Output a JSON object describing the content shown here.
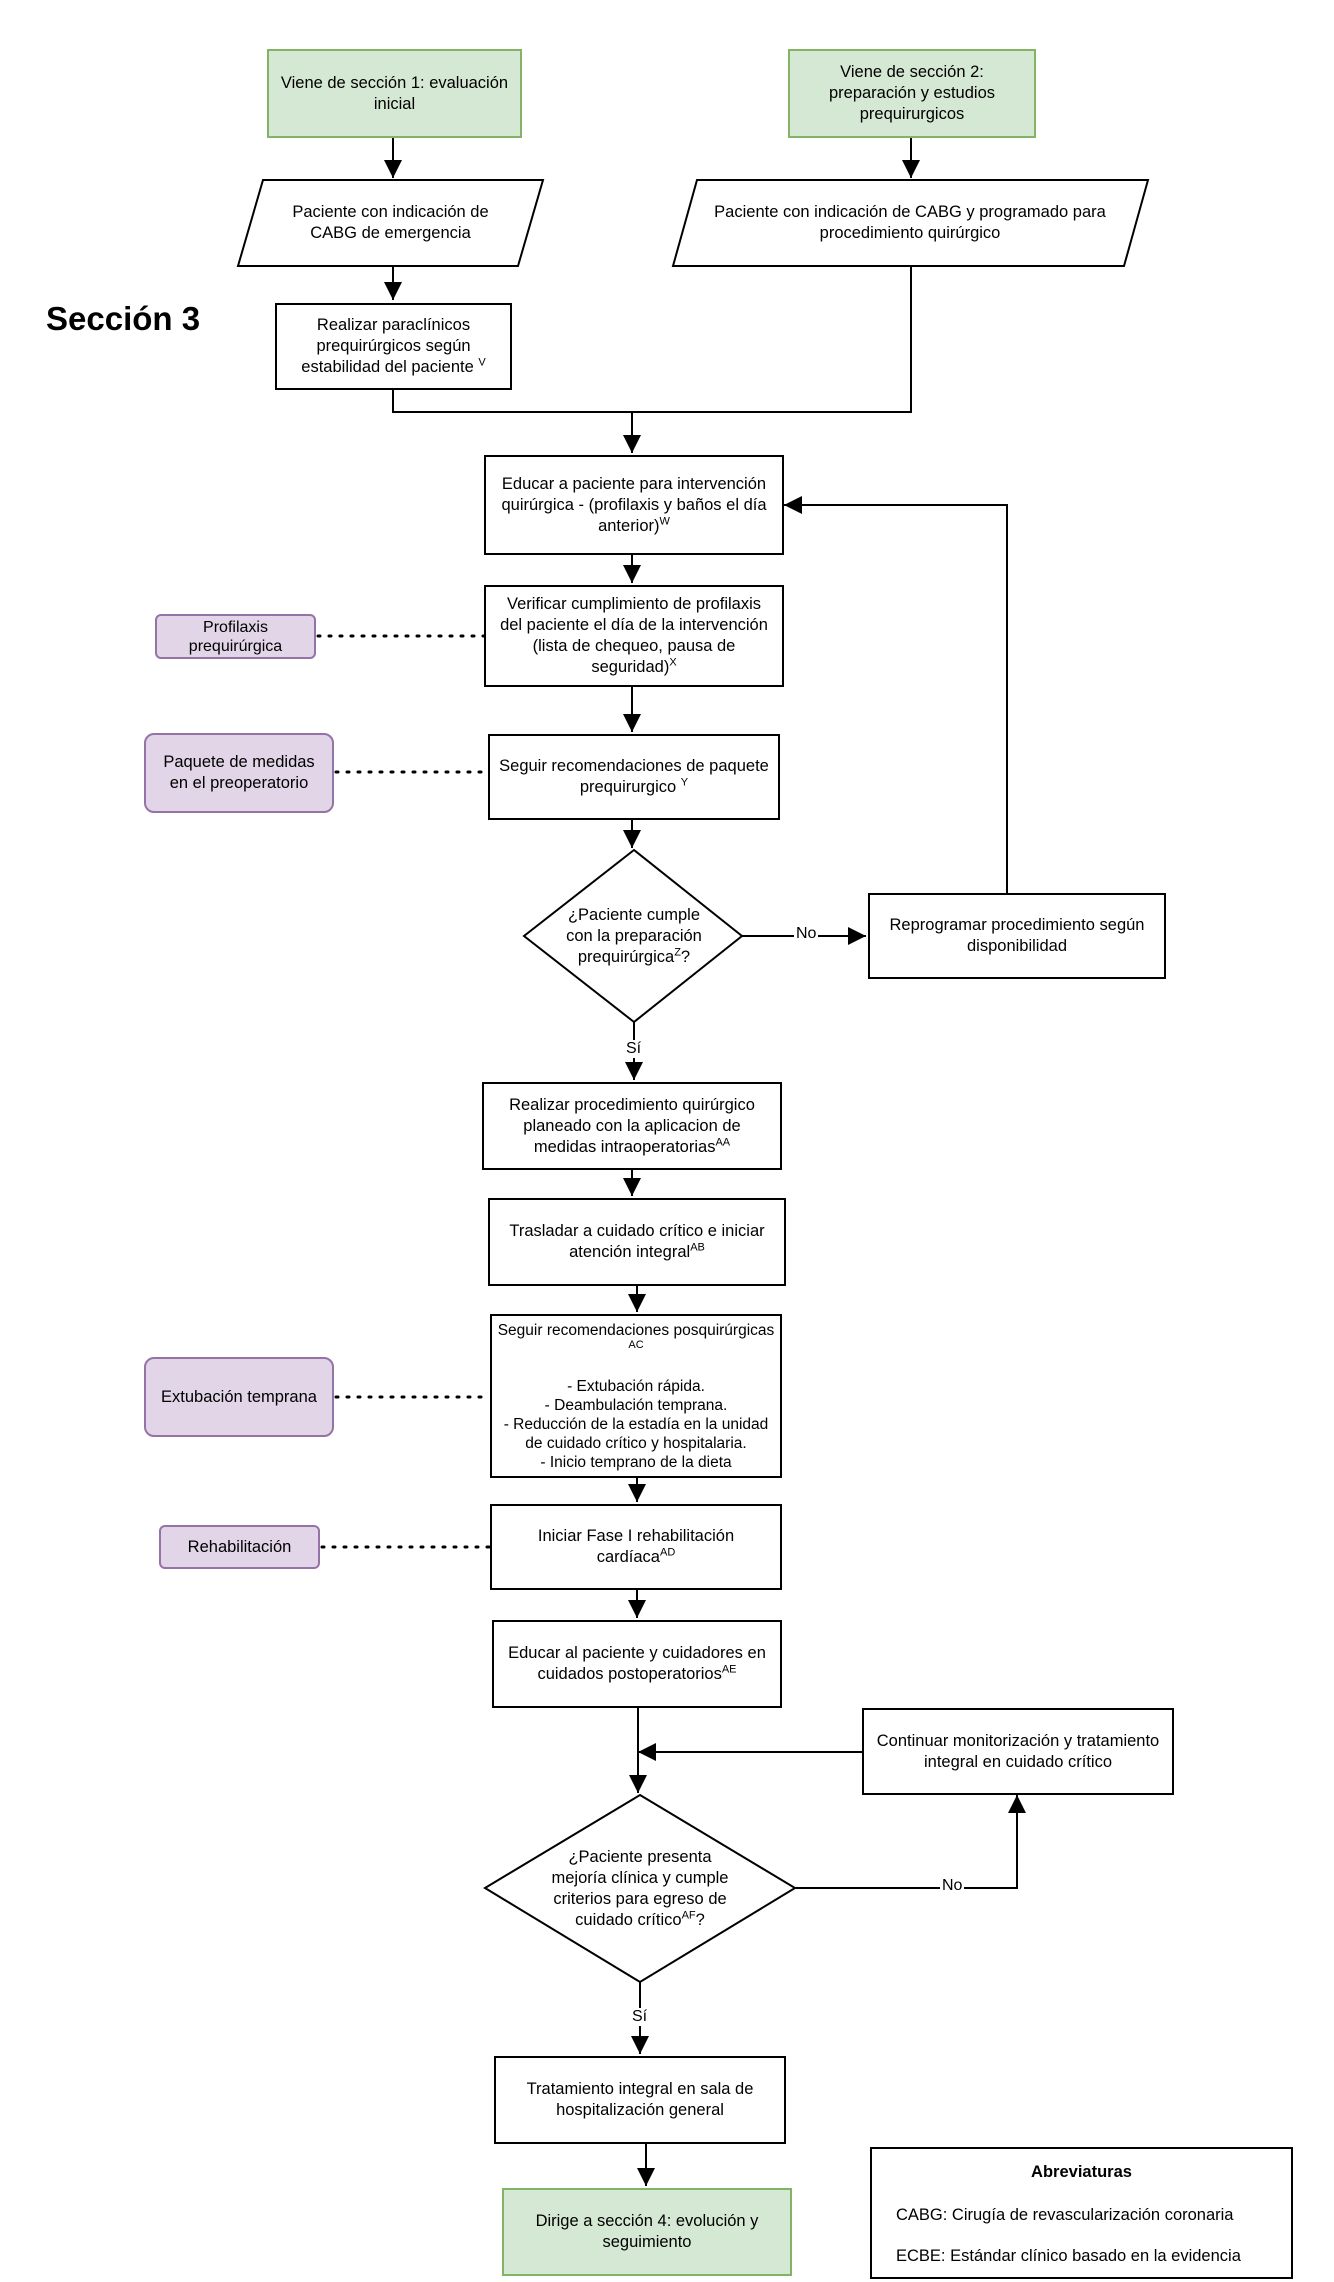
{
  "section_title": "Sección 3",
  "nodes": {
    "from_sec1": "Viene de sección 1: evaluación inicial",
    "from_sec2": "Viene de sección 2: preparación y estudios prequirurgicos",
    "emergency": "Paciente con indicación de CABG de emergencia",
    "scheduled": "Paciente con indicación de CABG y programado para procedimiento quirúrgico",
    "paraclinics": "Realizar paraclínicos prequirúrgicos según estabilidad del paciente",
    "paraclinics_sup": "V",
    "educate": "Educar a paciente para intervención quirúrgica - (profilaxis y baños el día anterior)",
    "educate_sup": "W",
    "verify": "Verificar cumplimiento de profilaxis del paciente el día de la intervención (lista de chequeo, pausa de seguridad)",
    "verify_sup": "X",
    "follow_pre": "Seguir recomendaciones de paquete prequirurgico",
    "follow_pre_sup": "Y",
    "decision1": "¿Paciente cumple con la preparación prequirúrgica",
    "decision1_sup": "Z",
    "decision1_end": "?",
    "reschedule": "Reprogramar procedimiento según disponibilidad",
    "surgery": "Realizar procedimiento quirúrgico planeado con la aplicacion de medidas intraoperatorias",
    "surgery_sup": "AA",
    "transfer": "Trasladar a cuidado crítico e iniciar atención integral",
    "transfer_sup": "AB",
    "post_title": "Seguir recomendaciones posquirúrgicas",
    "post_sup": "AC",
    "post_list": "- Extubación rápida.\n- Deambulación temprana.\n- Reducción de la estadía en la unidad de cuidado crítico y  hospitalaria.\n- Inicio temprano de la dieta",
    "rehab": "Iniciar Fase I rehabilitación cardíaca",
    "rehab_sup": "AD",
    "educate_care": "Educar al paciente y cuidadores en cuidados postoperatorios",
    "educate_care_sup": "AE",
    "continue": "Continuar monitorización y tratamiento integral en cuidado crítico",
    "decision2": "¿Paciente presenta mejoría clínica y cumple criterios para egreso de cuidado crítico",
    "decision2_sup": "AF",
    "decision2_end": "?",
    "general": "Tratamiento integral en sala de hospitalización general",
    "to_sec4": "Dirige a sección 4: evolución y seguimiento"
  },
  "side_notes": {
    "prophylaxis": "Profilaxis prequirúrgica",
    "preop_bundle": "Paquete de medidas en el preoperatorio",
    "early_extubation": "Extubación temprana",
    "rehabilitation": "Rehabilitación"
  },
  "edge_labels": {
    "no1": "No",
    "yes1": "Sí",
    "no2": "No",
    "yes2": "Sí"
  },
  "abbreviations": {
    "title": "Abreviaturas",
    "cabg": "CABG: Cirugía de revascularización coronaria",
    "ecbe": "ECBE: Estándar clínico basado en la evidencia"
  },
  "colors": {
    "terminal_fill": "#d5e8d4",
    "terminal_stroke": "#82b366",
    "note_fill": "#e1d5e7",
    "note_stroke": "#9673a6"
  }
}
